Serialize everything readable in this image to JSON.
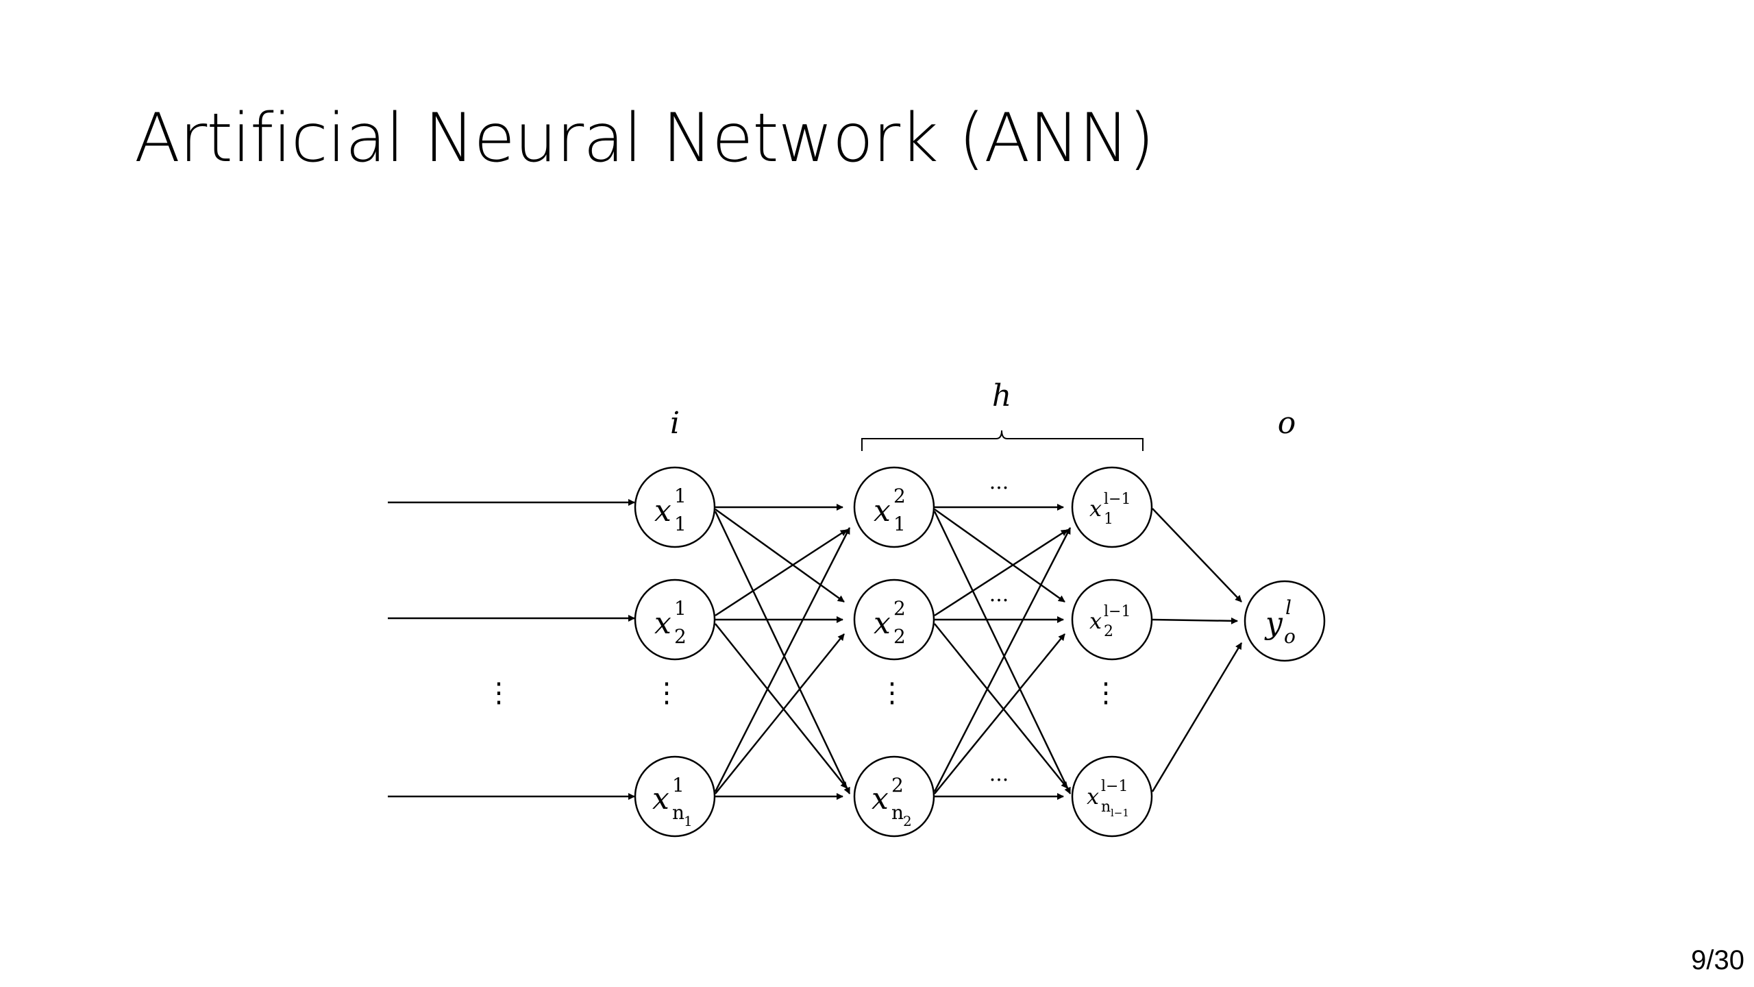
{
  "slide": {
    "title": "Artificial Neural Network (ANN)",
    "page_number": "9/30"
  },
  "diagram": {
    "layer_labels": {
      "input": "i",
      "hidden": "h",
      "output": "o"
    },
    "ellipsis_horizontal": "···",
    "ellipsis_vertical": "⋮",
    "nodes": {
      "input": [
        {
          "base": "x",
          "sub": "1",
          "sup": "1"
        },
        {
          "base": "x",
          "sub": "2",
          "sup": "1"
        },
        {
          "base": "x",
          "sub": "n",
          "subsub": "1",
          "sup": "1"
        }
      ],
      "hidden1": [
        {
          "base": "x",
          "sub": "1",
          "sup": "2"
        },
        {
          "base": "x",
          "sub": "2",
          "sup": "2"
        },
        {
          "base": "x",
          "sub": "n",
          "subsub": "2",
          "sup": "2"
        }
      ],
      "hidden_last": [
        {
          "base": "x",
          "sub": "1",
          "sup": "l−1"
        },
        {
          "base": "x",
          "sub": "2",
          "sup": "l−1"
        },
        {
          "base": "x",
          "sub": "n",
          "subsub": "l−1",
          "sup": "l−1"
        }
      ],
      "output": [
        {
          "base": "y",
          "sub": "o",
          "sup": "l"
        }
      ]
    }
  }
}
